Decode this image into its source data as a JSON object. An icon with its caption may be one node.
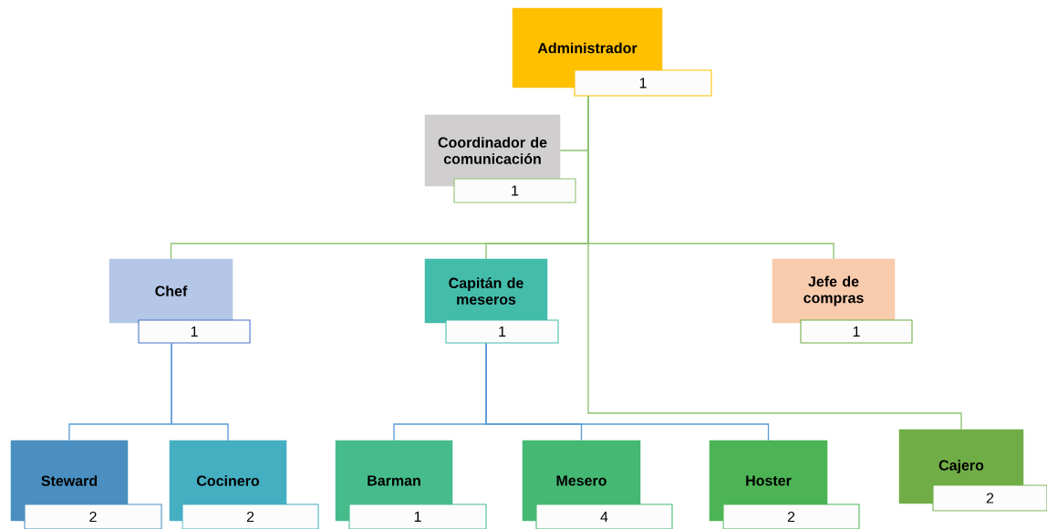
{
  "diagram": {
    "nodes": [
      {
        "text": [
          "Administrador",
          "1"
        ]
      },
      {
        "text": [
          "Coordinador de comunicación",
          "1"
        ]
      },
      {
        "text": [
          "Chef",
          "1"
        ]
      },
      {
        "text": [
          "Capitán de meseros",
          "1"
        ]
      },
      {
        "text": [
          "Jefe de compras",
          "1"
        ]
      },
      {
        "text": [
          "Steward",
          "2"
        ]
      },
      {
        "text": [
          "Cocinero",
          "2"
        ]
      },
      {
        "text": [
          "Barman",
          "1"
        ]
      },
      {
        "text": [
          "Mesero",
          "4"
        ]
      },
      {
        "text": [
          "Hoster",
          "2"
        ]
      },
      {
        "text": [
          "Cajero",
          "2"
        ]
      }
    ],
    "edges": [
      {
        "from": 0,
        "to": 1,
        "arrow": "none",
        "color": "#8dc26f"
      },
      {
        "from": 0,
        "to": 2,
        "arrow": "none",
        "color": "#8dc26f"
      },
      {
        "from": 0,
        "to": 3,
        "arrow": "none",
        "color": "#8dc26f"
      },
      {
        "from": 0,
        "to": 4,
        "arrow": "none",
        "color": "#8dc26f"
      },
      {
        "from": 0,
        "to": 10,
        "arrow": "none",
        "color": "#8dc26f"
      },
      {
        "from": 2,
        "to": 5,
        "arrow": "none",
        "color": "#5b9bd5"
      },
      {
        "from": 2,
        "to": 6,
        "arrow": "none",
        "color": "#5b9bd5"
      },
      {
        "from": 3,
        "to": 7,
        "arrow": "none",
        "color": "#5b9bd5"
      },
      {
        "from": 3,
        "to": 8,
        "arrow": "none",
        "color": "#5b9bd5"
      },
      {
        "from": 3,
        "to": 9,
        "arrow": "none",
        "color": "#5b9bd5"
      }
    ]
  }
}
